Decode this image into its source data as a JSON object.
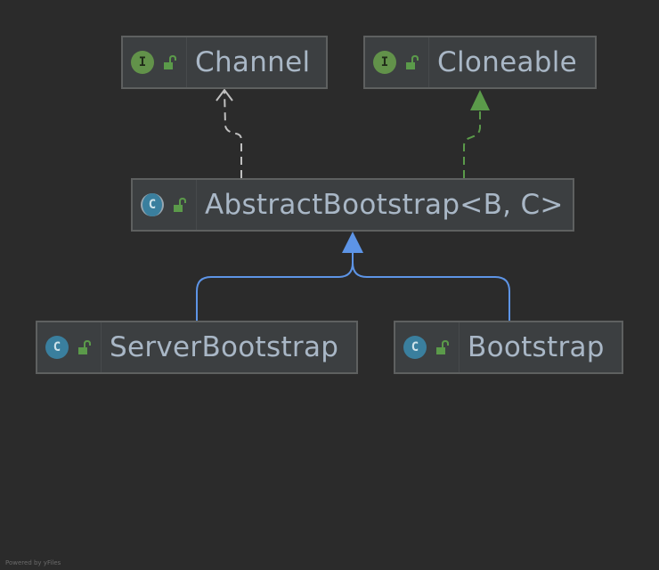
{
  "diagram": {
    "nodes": [
      {
        "id": "channel",
        "label": "Channel",
        "kind": "interface",
        "kind_letter": "I",
        "icon": "interface-icon"
      },
      {
        "id": "cloneable",
        "label": "Cloneable",
        "kind": "interface",
        "kind_letter": "I",
        "icon": "interface-icon"
      },
      {
        "id": "abstract_bootstrap",
        "label": "AbstractBootstrap<B, C>",
        "kind": "abstract",
        "kind_letter": "C",
        "icon": "abstract-class-icon"
      },
      {
        "id": "server_bootstrap",
        "label": "ServerBootstrap",
        "kind": "class",
        "kind_letter": "C",
        "icon": "class-icon"
      },
      {
        "id": "bootstrap",
        "label": "Bootstrap",
        "kind": "class",
        "kind_letter": "C",
        "icon": "class-icon"
      }
    ],
    "edges": [
      {
        "from": "abstract_bootstrap",
        "to": "channel",
        "type": "dependency",
        "color": "#c0c0c0"
      },
      {
        "from": "abstract_bootstrap",
        "to": "cloneable",
        "type": "implements",
        "color": "#5b9a4a"
      },
      {
        "from": "server_bootstrap",
        "to": "abstract_bootstrap",
        "type": "extends",
        "color": "#5d94e6"
      },
      {
        "from": "bootstrap",
        "to": "abstract_bootstrap",
        "type": "extends",
        "color": "#5d94e6"
      }
    ]
  },
  "colors": {
    "background": "#2b2b2b",
    "node_fill": "#3c3f41",
    "node_border": "#5e6060",
    "text": "#a9b7c6",
    "interface": "#62924a",
    "class": "#3a7f9e",
    "lock": "#5b9a4a"
  },
  "footer": {
    "text": "Powered by yFiles"
  }
}
